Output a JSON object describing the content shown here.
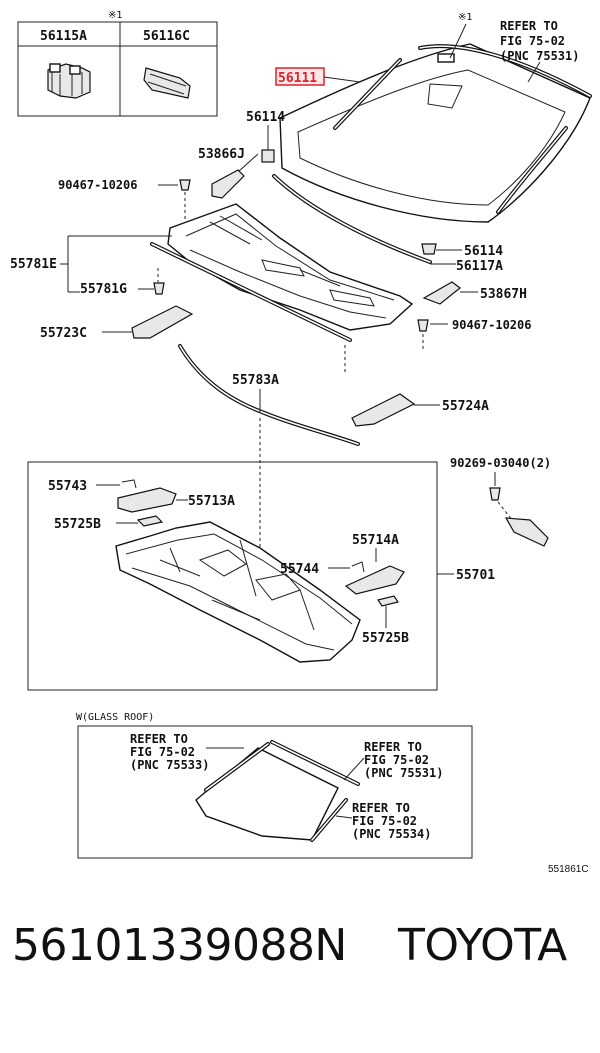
{
  "callouts": {
    "c56115A": "56115A",
    "c56116C": "56116C",
    "mark1": "※1",
    "mark2": "※1",
    "c56111": "56111",
    "ref1": [
      "REFER TO",
      "FIG 75-02",
      "(PNC 75531)"
    ],
    "c56114a": "56114",
    "c53866J": "53866J",
    "c90467a": "90467-10206",
    "c55781E": "55781E",
    "c55781G": "55781G",
    "c56114b": "56114",
    "c56117A": "56117A",
    "c53867H": "53867H",
    "c55723C": "55723C",
    "c90467b": "90467-10206",
    "c55783A": "55783A",
    "c55724A": "55724A",
    "c90269": "90269-03040(2)",
    "c55743": "55743",
    "c55713A": "55713A",
    "c55725Ba": "55725B",
    "c55714A": "55714A",
    "c55744": "55744",
    "c55701": "55701",
    "c55725Bb": "55725B"
  },
  "glass_roof": {
    "heading": "W(GLASS ROOF)",
    "ref_a": [
      "REFER TO",
      "FIG 75-02",
      "(PNC 75533)"
    ],
    "ref_b": [
      "REFER TO",
      "FIG 75-02",
      "(PNC 75531)"
    ],
    "ref_c": [
      "REFER TO",
      "FIG 75-02",
      "(PNC 75534)"
    ]
  },
  "figure_code": "551861C",
  "highlight_color": "#e0202a",
  "footer": {
    "part_number": "56101339088N",
    "brand": "TOYOTA"
  }
}
